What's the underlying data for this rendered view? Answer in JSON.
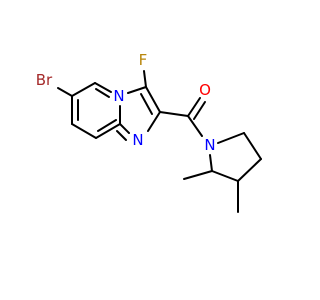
{
  "molecule": {
    "atoms": {
      "br": {
        "label": "Br",
        "color": "#a52a2a"
      },
      "f": {
        "label": "F",
        "color": "#b8860b"
      },
      "n_ring": {
        "label": "N",
        "color": "#0000ff"
      },
      "n_imine": {
        "label": "N",
        "color": "#0000ff"
      },
      "o": {
        "label": "O",
        "color": "#ff0000"
      },
      "n_pyrrolidine": {
        "label": "N",
        "color": "#0000ff"
      }
    },
    "bond_color": "#000000"
  }
}
